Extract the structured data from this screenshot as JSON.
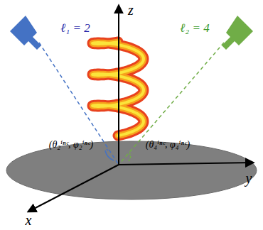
{
  "diagram": {
    "labels": [
      "z",
      "y",
      "x",
      "ℓ₁ = 2",
      "ℓ₂ = 4",
      "(θ₂ⁱⁿᶜ, φ₂ⁱⁿᶜ)",
      "(θ₄ⁱⁿᶜ, φ₄ⁱⁿᶜ)"
    ]
  }
}
